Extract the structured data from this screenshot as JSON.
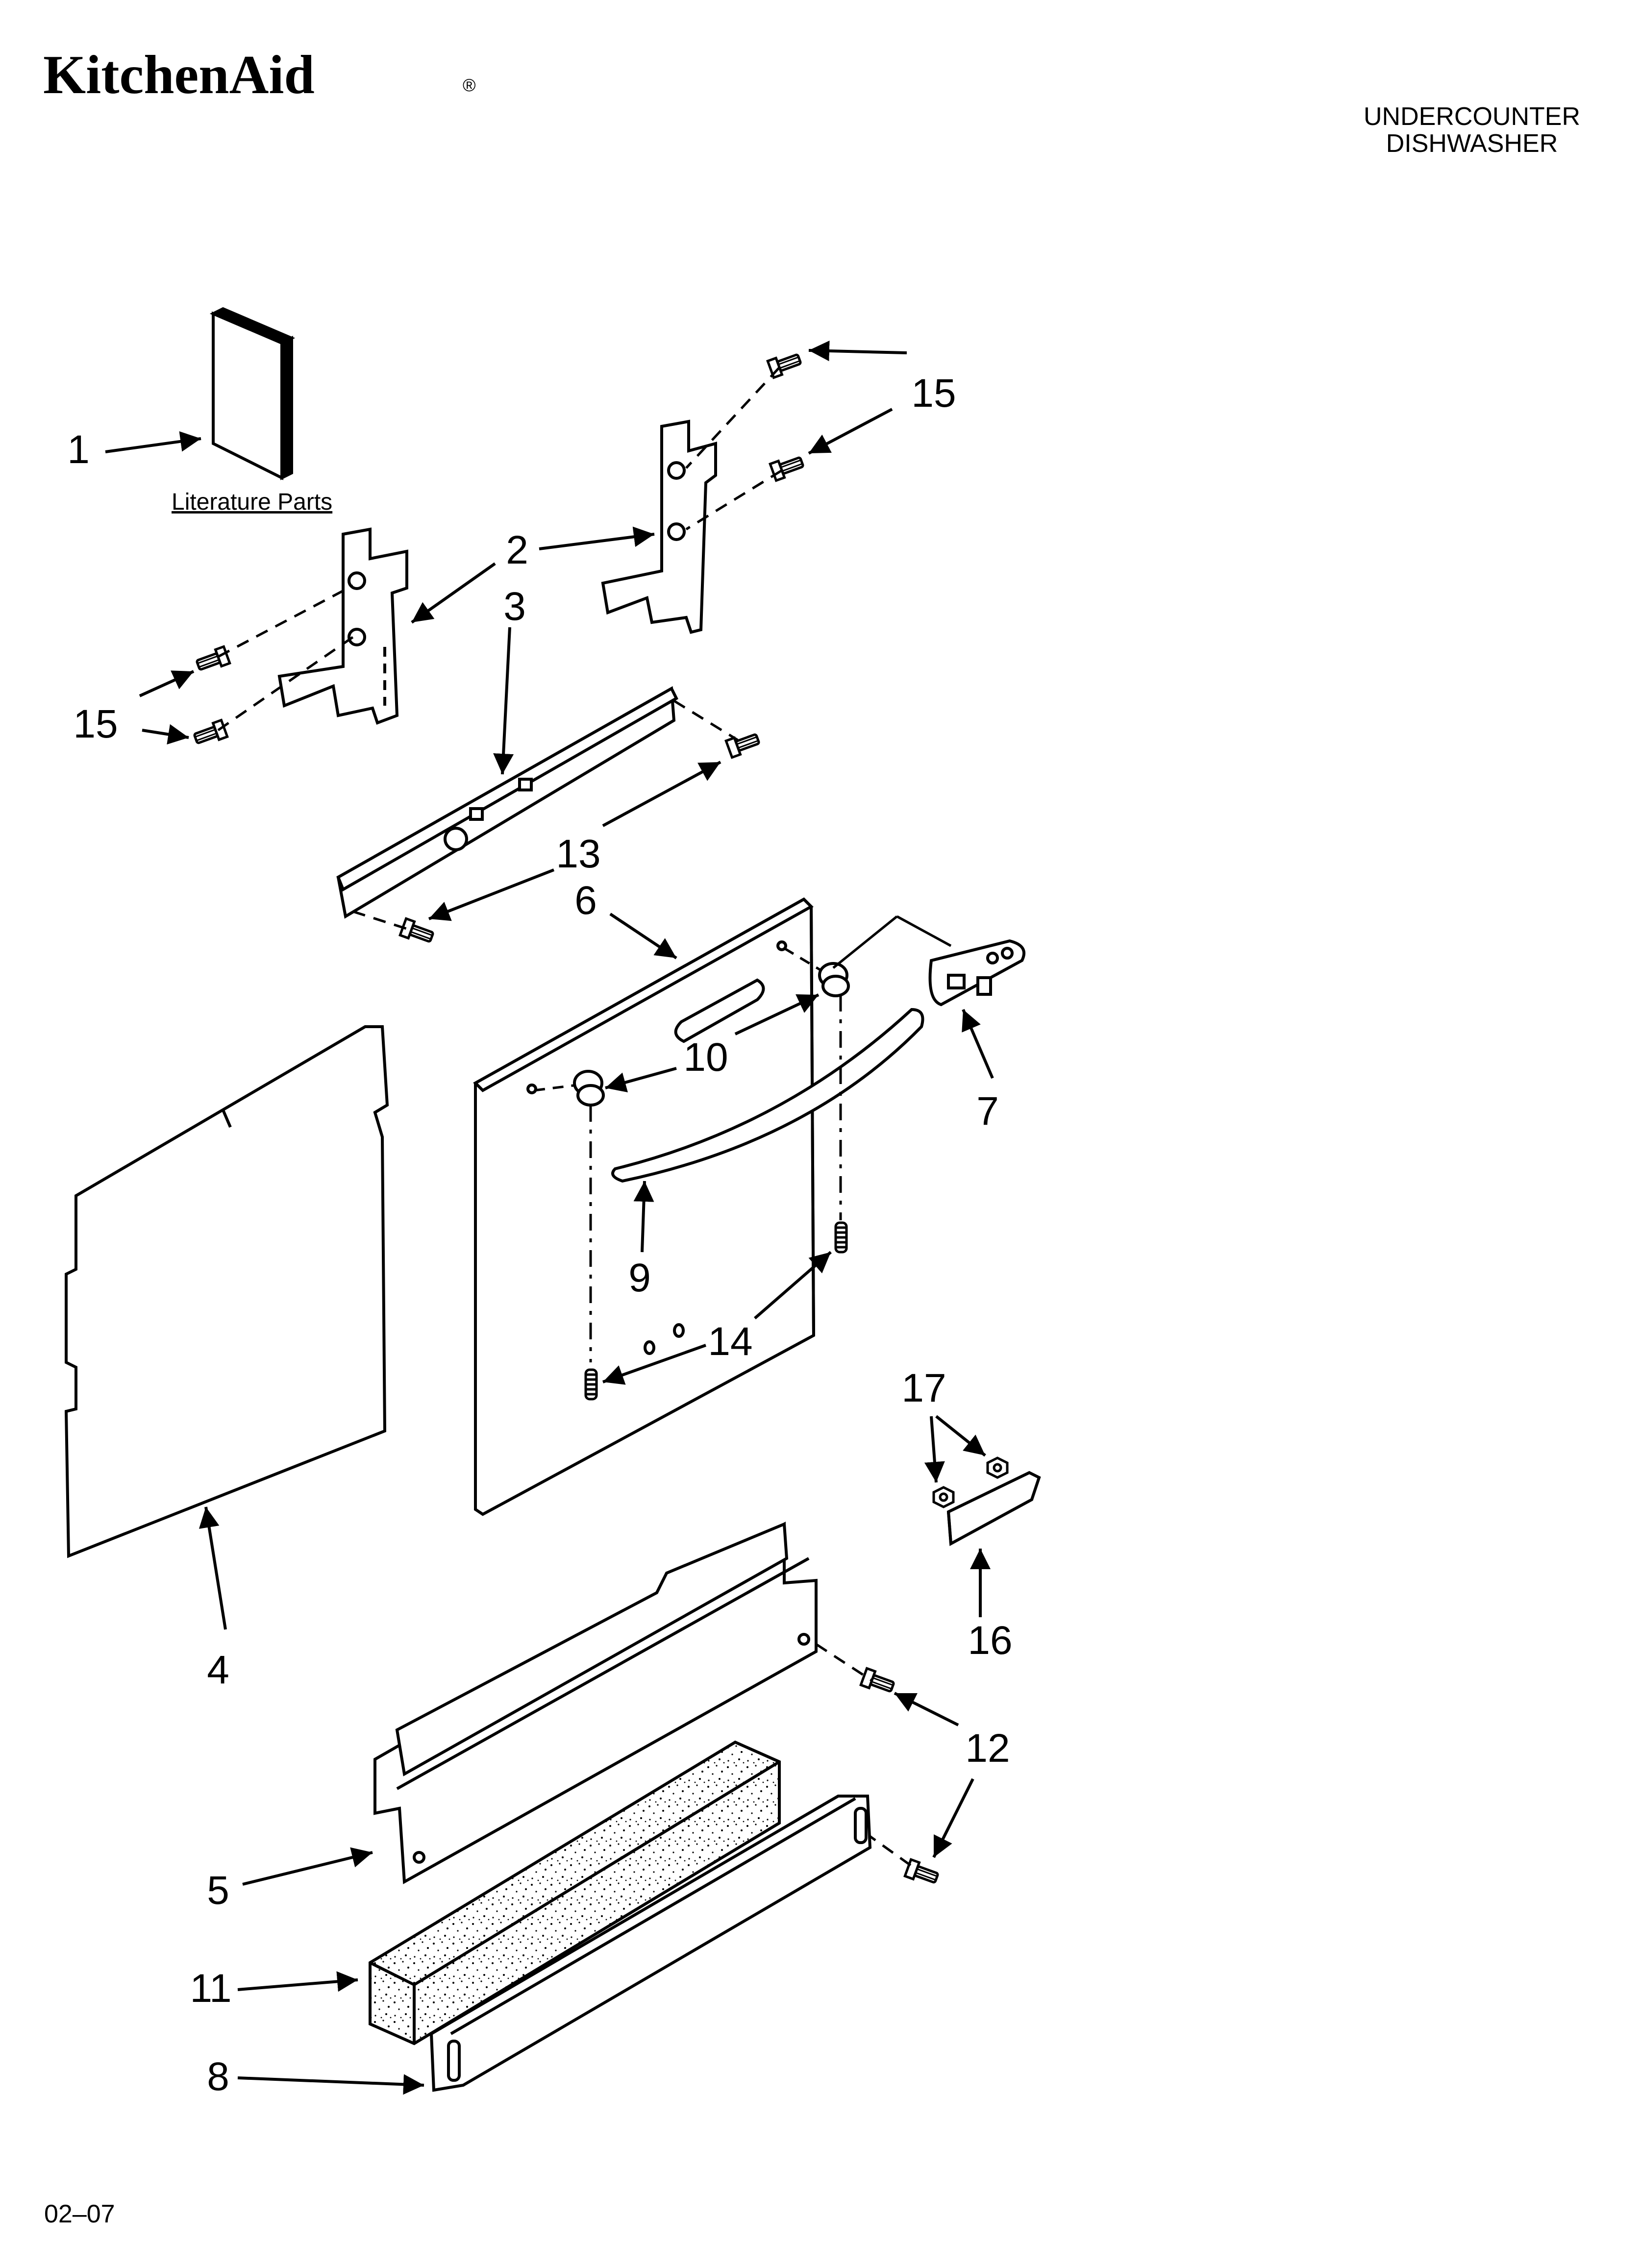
{
  "brand": {
    "logo_text": "KitchenAid",
    "registered_mark": "®"
  },
  "header": {
    "line1": "UNDERCOUNTER",
    "line2": "DISHWASHER"
  },
  "literature_label": "Literature Parts",
  "callouts": [
    {
      "id": "1",
      "label": "1"
    },
    {
      "id": "2",
      "label": "2"
    },
    {
      "id": "3",
      "label": "3"
    },
    {
      "id": "4",
      "label": "4"
    },
    {
      "id": "5",
      "label": "5"
    },
    {
      "id": "6",
      "label": "6"
    },
    {
      "id": "7",
      "label": "7"
    },
    {
      "id": "8",
      "label": "8"
    },
    {
      "id": "9",
      "label": "9"
    },
    {
      "id": "10",
      "label": "10"
    },
    {
      "id": "11",
      "label": "11"
    },
    {
      "id": "12",
      "label": "12"
    },
    {
      "id": "13",
      "label": "13"
    },
    {
      "id": "14",
      "label": "14"
    },
    {
      "id": "15a",
      "label": "15"
    },
    {
      "id": "15b",
      "label": "15"
    },
    {
      "id": "16",
      "label": "16"
    },
    {
      "id": "17",
      "label": "17"
    }
  ],
  "footer": {
    "code": "02–07"
  }
}
